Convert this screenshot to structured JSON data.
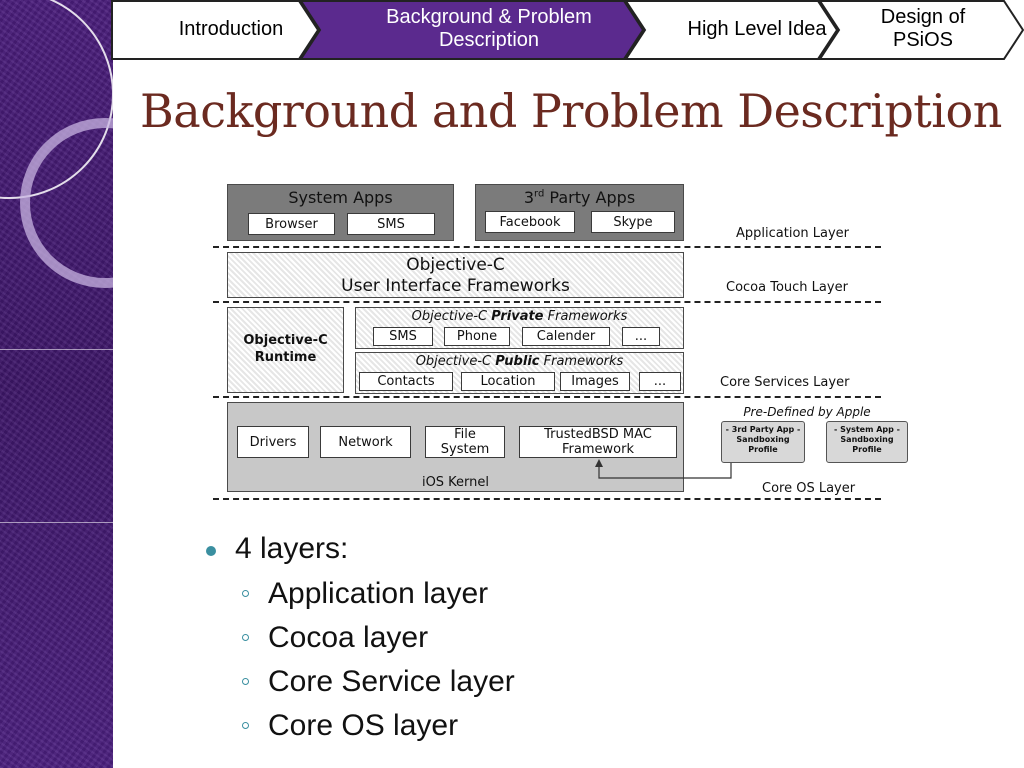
{
  "nav": {
    "tabs": [
      {
        "label": "Introduction",
        "active": false
      },
      {
        "label": "Background & Problem Description",
        "active": true
      },
      {
        "label": "High Level Idea",
        "active": false
      },
      {
        "label": "Design of PSiOS",
        "active": false
      }
    ],
    "active_color": "#5b2a8e"
  },
  "slide": {
    "title": "Background and Problem Description"
  },
  "diagram": {
    "application": {
      "system_apps": {
        "title": "System Apps",
        "items": [
          "Browser",
          "SMS"
        ]
      },
      "third_party_apps": {
        "title_base": "3",
        "title_sup": "rd",
        "title_rest": " Party Apps",
        "items": [
          "Facebook",
          "Skype"
        ]
      },
      "layer_label": "Application Layer"
    },
    "cocoa": {
      "line1": "Objective-C",
      "line2": "User Interface Frameworks",
      "layer_label": "Cocoa Touch Layer"
    },
    "core_services": {
      "runtime_line1": "Objective-C",
      "runtime_line2": "Runtime",
      "private_prefix": "Objective-C ",
      "private_word": "Private",
      "private_suffix": " Frameworks",
      "private_items": [
        "SMS",
        "Phone",
        "Calender",
        "..."
      ],
      "public_prefix": "Objective-C ",
      "public_word": "Public",
      "public_suffix": " Frameworks",
      "public_items": [
        "Contacts",
        "Location",
        "Images",
        "..."
      ],
      "layer_label": "Core Services Layer"
    },
    "core_os": {
      "items": [
        "Drivers",
        "Network",
        "File System",
        "TrustedBSD MAC Framework"
      ],
      "kernel": "iOS Kernel",
      "predefined": "Pre-Defined by Apple",
      "profile_third": "- 3rd Party App - Sandboxing Profile",
      "profile_system": "- System App - Sandboxing Profile",
      "layer_label": "Core OS Layer"
    }
  },
  "bullets": {
    "main": "4 layers:",
    "sub": [
      "Application layer",
      "Cocoa layer",
      "Core Service layer",
      "Core OS layer"
    ]
  }
}
